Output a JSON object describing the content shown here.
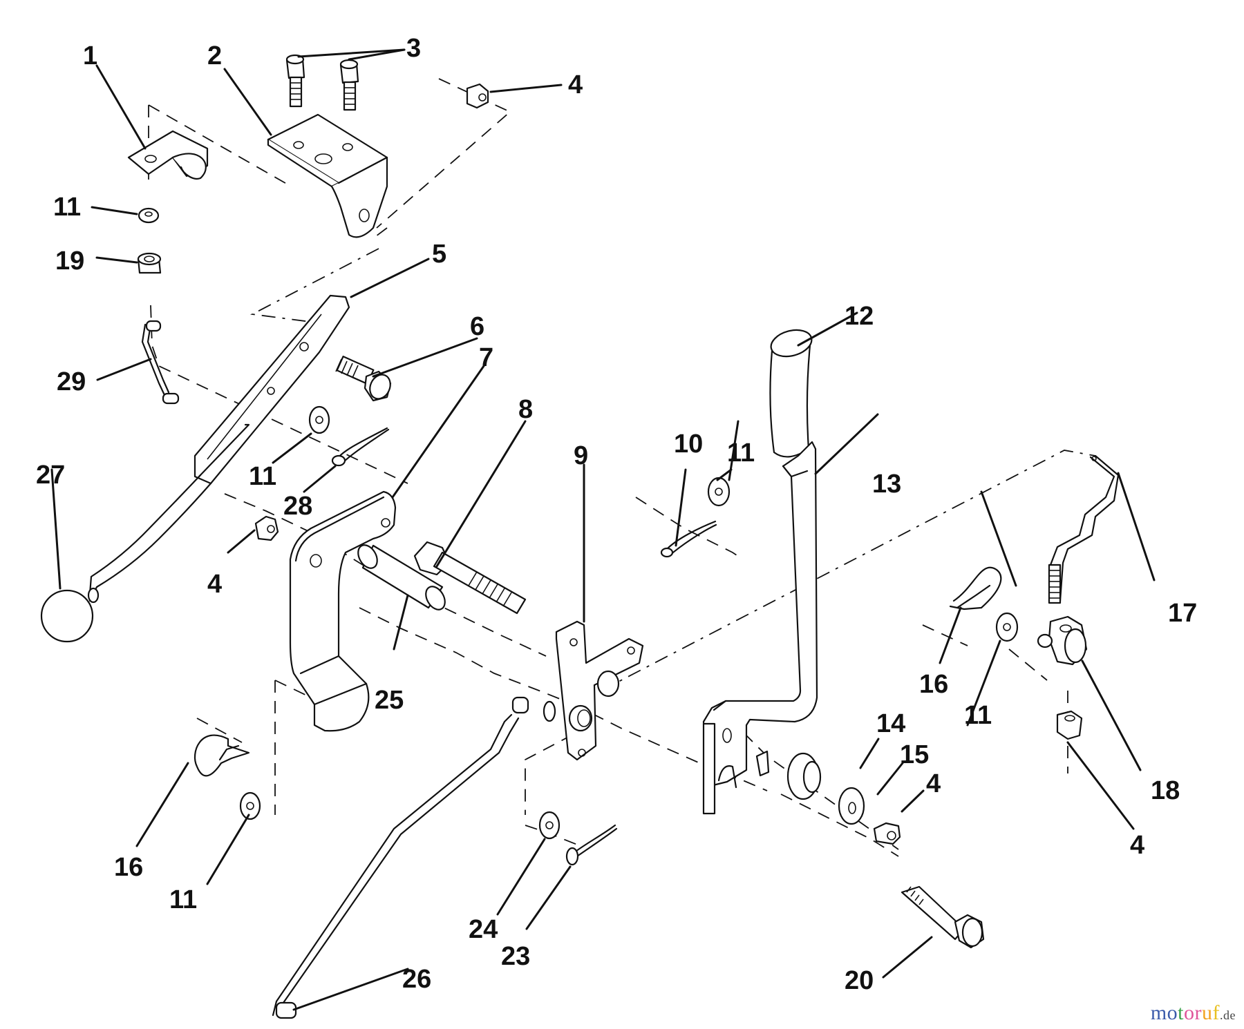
{
  "diagram": {
    "title": "Exploded parts diagram – lift lever assembly",
    "callouts": {
      "c1": "1",
      "c2": "2",
      "c3": "3",
      "c4a": "4",
      "c4b": "4",
      "c4c": "4",
      "c4d": "4",
      "c5": "5",
      "c6": "6",
      "c7": "7",
      "c8": "8",
      "c9": "9",
      "c10": "10",
      "c11a": "11",
      "c11b": "11",
      "c11c": "11",
      "c11d": "11",
      "c11e": "11",
      "c12": "12",
      "c13": "13",
      "c14": "14",
      "c15": "15",
      "c16a": "16",
      "c16b": "16",
      "c17": "17",
      "c18": "18",
      "c19": "19",
      "c20": "20",
      "c23": "23",
      "c24": "24",
      "c25": "25",
      "c26": "26",
      "c27": "27",
      "c28": "28",
      "c29": "29"
    },
    "parts": [
      {
        "number": "1",
        "shape": "clip-bracket"
      },
      {
        "number": "2",
        "shape": "angle-bracket"
      },
      {
        "number": "3",
        "shape": "hex-bolt (x2)"
      },
      {
        "number": "4",
        "shape": "hex-nut"
      },
      {
        "number": "5",
        "shape": "lift-link-bar"
      },
      {
        "number": "6",
        "shape": "shoulder-bolt"
      },
      {
        "number": "7",
        "shape": "lift-plate"
      },
      {
        "number": "8",
        "shape": "hex-bolt-long"
      },
      {
        "number": "9",
        "shape": "pivot-plate"
      },
      {
        "number": "10",
        "shape": "cotter-pin"
      },
      {
        "number": "11",
        "shape": "flat-washer"
      },
      {
        "number": "12",
        "shape": "grip-handle"
      },
      {
        "number": "13",
        "shape": "lift-lever"
      },
      {
        "number": "14",
        "shape": "bushing"
      },
      {
        "number": "15",
        "shape": "washer"
      },
      {
        "number": "16",
        "shape": "hairpin-clip"
      },
      {
        "number": "17",
        "shape": "adjustment-rod"
      },
      {
        "number": "18",
        "shape": "trunnion"
      },
      {
        "number": "19",
        "shape": "lock-nut"
      },
      {
        "number": "20",
        "shape": "hex-bolt"
      },
      {
        "number": "23",
        "shape": "cotter-pin"
      },
      {
        "number": "24",
        "shape": "washer"
      },
      {
        "number": "25",
        "shape": "spacer-tube"
      },
      {
        "number": "26",
        "shape": "link-rod"
      },
      {
        "number": "27",
        "shape": "ball"
      },
      {
        "number": "28",
        "shape": "cotter-pin"
      },
      {
        "number": "29",
        "shape": "link-pin"
      }
    ]
  },
  "watermark": {
    "letters": [
      {
        "ch": "m",
        "color": "#3b5bab"
      },
      {
        "ch": "o",
        "color": "#3b5bab"
      },
      {
        "ch": "t",
        "color": "#3aa14a"
      },
      {
        "ch": "o",
        "color": "#e0559a"
      },
      {
        "ch": "r",
        "color": "#e0559a"
      },
      {
        "ch": "u",
        "color": "#f3a21f"
      },
      {
        "ch": "f",
        "color": "#e8c020"
      }
    ],
    "suffix": ".de"
  }
}
